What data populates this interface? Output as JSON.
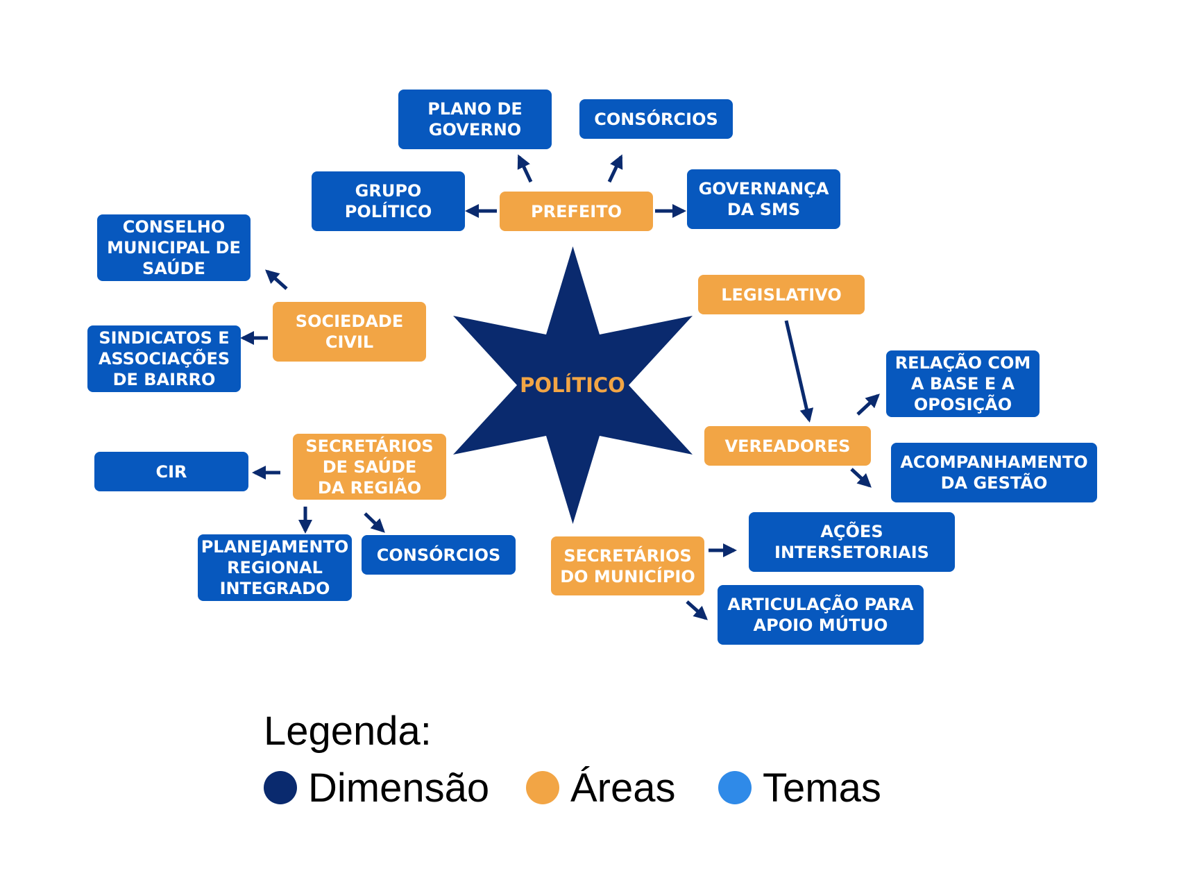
{
  "center": {
    "label": "POLÍTICO"
  },
  "areas": {
    "prefeito": "PREFEITO",
    "sociedade_civil": "SOCIEDADE\nCIVIL",
    "legislativo": "LEGISLATIVO",
    "vereadores": "VEREADORES",
    "secretarios_regiao": "SECRETÁRIOS\nDE SAÚDE\nDA REGIÃO",
    "secretarios_municipio": "SECRETÁRIOS\nDO MUNICÍPIO"
  },
  "temas": {
    "plano_governo": "PLANO DE\nGOVERNO",
    "consorcios_top": "CONSÓRCIOS",
    "grupo_politico": "GRUPO\nPOLÍTICO",
    "governanca_sms": "GOVERNANÇA\nDA SMS",
    "conselho_municipal": "CONSELHO\nMUNICIPAL DE\nSAÚDE",
    "sindicatos": "SINDICATOS E\nASSOCIAÇÕES\nDE BAIRRO",
    "relacao_base": "RELAÇÃO COM\nA BASE E A\nOPOSIÇÃO",
    "acompanhamento": "ACOMPANHAMENTO\nDA GESTÃO",
    "cir": "CIR",
    "planejamento": "PLANEJAMENTO\nREGIONAL\nINTEGRADO",
    "consorcios_bottom": "CONSÓRCIOS",
    "acoes_intersetoriais": "AÇÕES\nINTERSETORIAIS",
    "articulacao": "ARTICULAÇÃO PARA\nAPOIO MÚTUO"
  },
  "legend": {
    "title": "Legenda:",
    "items": [
      {
        "label": "Dimensão",
        "color": "#0a2a6e"
      },
      {
        "label": "Áreas",
        "color": "#f2a545"
      },
      {
        "label": "Temas",
        "color": "#2f8ae8"
      }
    ]
  },
  "colors": {
    "dimensao": "#0a2a6e",
    "area": "#f2a545",
    "tema": "#0758be",
    "arrow": "#0a2a6e"
  }
}
